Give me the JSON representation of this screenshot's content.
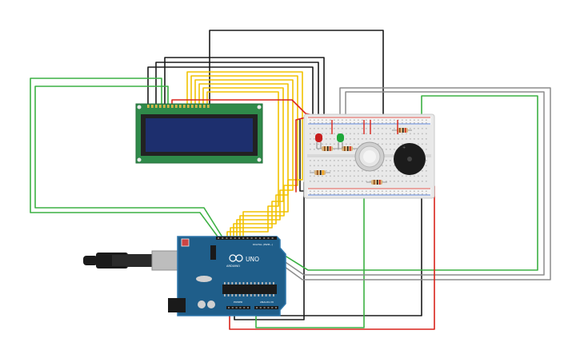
{
  "board": {
    "brand": "ARDUINO",
    "model": "UNO",
    "digital_label": "DIGITAL (PWM~)",
    "power_label": "POWER",
    "analog_label": "ANALOG IN"
  },
  "components": {
    "lcd": "lcd-16x2",
    "breadboard": "half-breadboard",
    "leds": [
      "red",
      "green"
    ],
    "sensor": "gas-sensor",
    "buzzer": "piezo-buzzer",
    "usb": "usb-b-cable"
  },
  "colors": {
    "board": "#1f5e8a",
    "board_edge": "#2f77ab",
    "lcd_screen": "#1d2f6e",
    "lcd_board": "#2f8a4a",
    "wire_black": "#1b1b1b",
    "wire_yellow": "#f2c200",
    "wire_green": "#3cb043",
    "wire_red": "#d9241c",
    "wire_gray": "#8c8c8c",
    "led_red": "#c81e1e",
    "led_green": "#1ea83a"
  }
}
